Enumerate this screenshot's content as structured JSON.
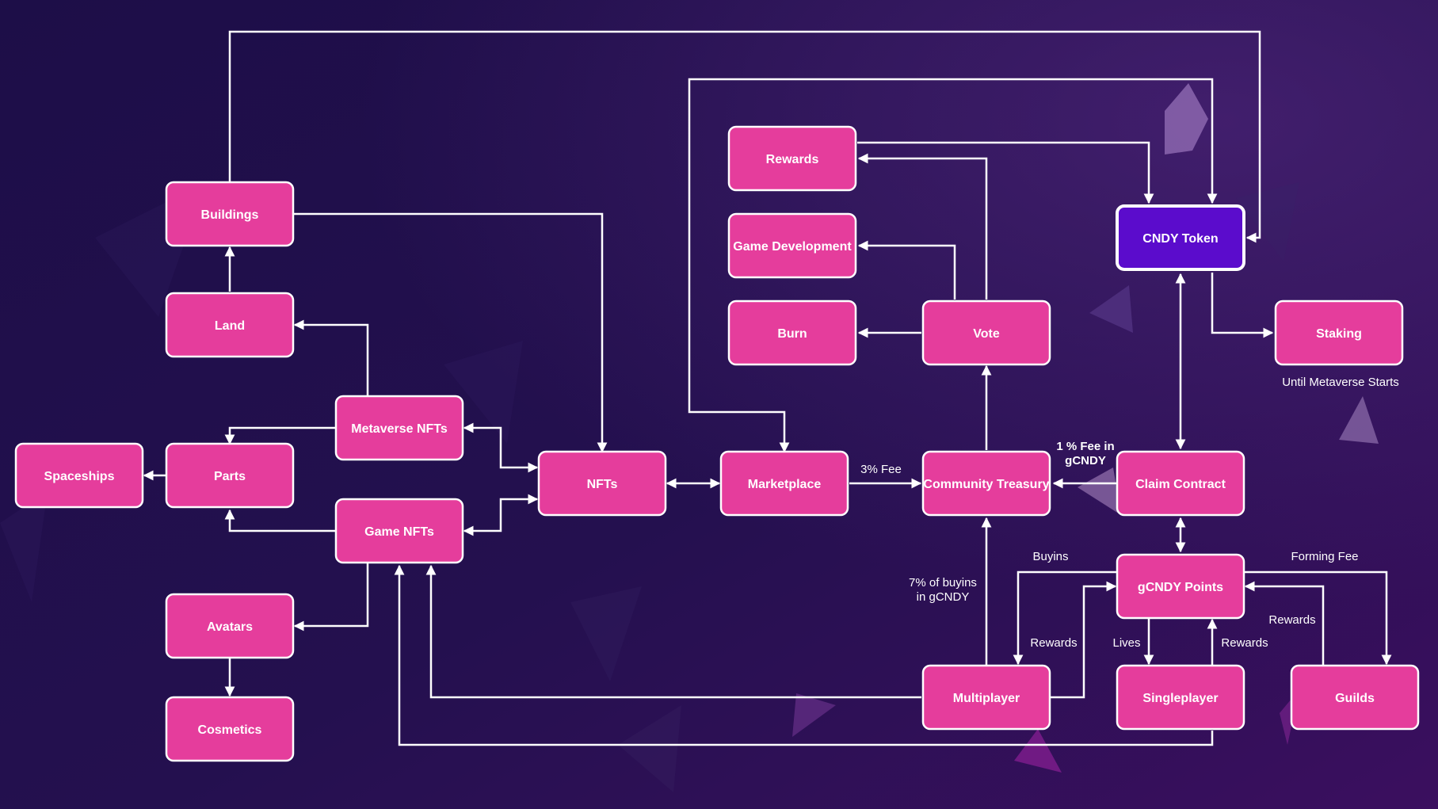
{
  "colors": {
    "node_fill": "#e53d9c",
    "token_fill": "#5b0ccc",
    "stroke": "#ffffff",
    "bg_start": "#1e0f4a",
    "bg_end": "#3a1060"
  },
  "nodes": {
    "buildings": "Buildings",
    "land": "Land",
    "metaverse_nfts": "Metaverse NFTs",
    "spaceships": "Spaceships",
    "parts": "Parts",
    "game_nfts": "Game NFTs",
    "avatars": "Avatars",
    "cosmetics": "Cosmetics",
    "nfts": "NFTs",
    "marketplace": "Marketplace",
    "rewards": "Rewards",
    "game_development": "Game Development",
    "burn": "Burn",
    "vote": "Vote",
    "community_treasury": "Community Treasury",
    "cndy_token": "CNDY Token",
    "staking": "Staking",
    "claim_contract": "Claim Contract",
    "gcndy_points": "gCNDY Points",
    "multiplayer": "Multiplayer",
    "singleplayer": "Singleplayer",
    "guilds": "Guilds"
  },
  "labels": {
    "fee_3": "3% Fee",
    "fee_1_line1": "1 % Fee in",
    "fee_1_line2": "gCNDY",
    "until_metaverse": "Until Metaverse Starts",
    "buyins": "Buyins",
    "forming_fee": "Forming Fee",
    "buyins7_line1": "7% of buyins",
    "buyins7_line2": "in gCNDY",
    "rewards_multi": "Rewards",
    "lives": "Lives",
    "rewards_single": "Rewards",
    "rewards_guilds": "Rewards"
  }
}
